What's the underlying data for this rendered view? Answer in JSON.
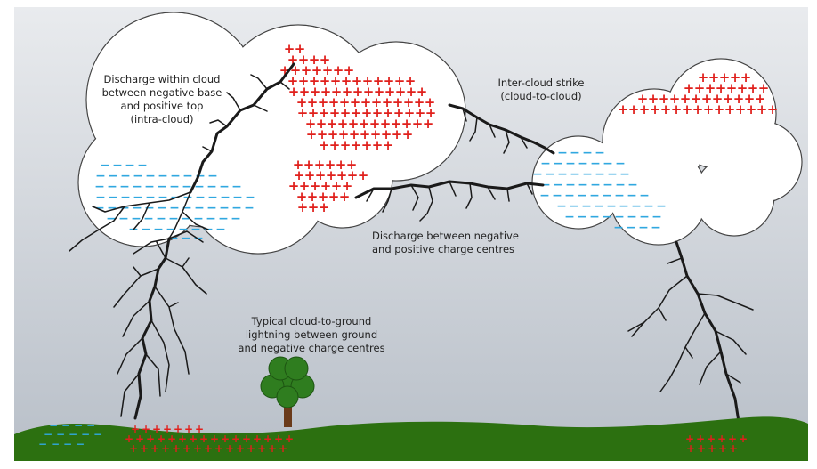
{
  "colors": {
    "sky_top": "#e9ebee",
    "sky_bottom": "#b8bfc8",
    "ground": "#2c7010",
    "cloud_fill": "#ffffff",
    "cloud_stroke": "#444444",
    "positive_charge": "#e0201c",
    "negative_charge": "#30a8e0",
    "lightning": "#1a1a1a",
    "tree_foliage": "#2f7d1f",
    "tree_trunk": "#6a3a1a",
    "frame": "#ffffff"
  },
  "symbols": {
    "positive": "+",
    "negative": "−"
  },
  "labels": {
    "intra_cloud": {
      "line1": "Discharge within cloud",
      "line2": "between negative base",
      "line3": "and positive top",
      "line4": "(intra-cloud)"
    },
    "inter_cloud": {
      "line1": "Inter-cloud strike",
      "line2": "(cloud-to-cloud)"
    },
    "discharge": {
      "line1": "Discharge between negative",
      "line2": "and positive charge centres"
    },
    "cloud_to_ground": {
      "line1": "Typical cloud-to-ground",
      "line2": "lightning between ground",
      "line3": "and negative charge centres"
    }
  }
}
